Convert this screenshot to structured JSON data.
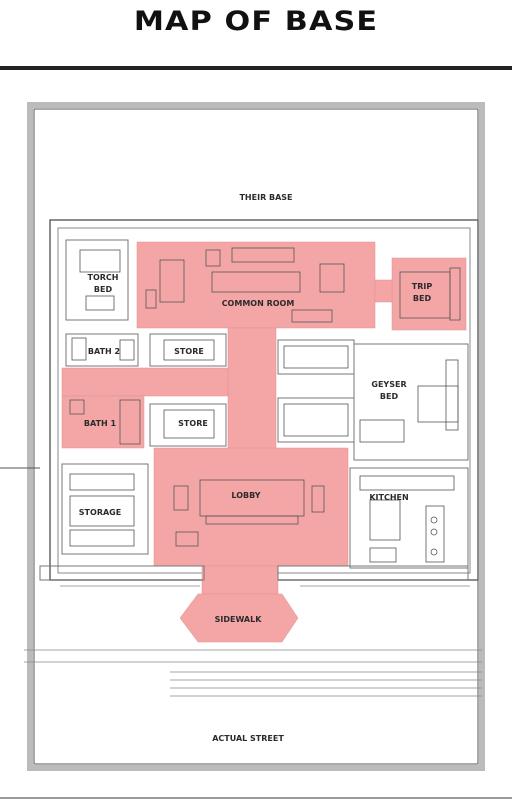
{
  "title": "MAP OF BASE",
  "labels": {
    "their_base": "THEIR BASE",
    "torch_bed_1": "TORCH",
    "torch_bed_2": "BED",
    "trip_bed_1": "TRIP",
    "trip_bed_2": "BED",
    "common_room": "COMMON ROOM",
    "bath_2": "BATH 2",
    "store_1": "STORE",
    "geyser_bed_1": "GEYSER",
    "geyser_bed_2": "BED",
    "bath_1": "BATH 1",
    "store_2": "STORE",
    "lobby": "LOBBY",
    "storage": "STORAGE",
    "kitchen": "KITCHEN",
    "sidewalk": "SIDEWALK",
    "actual_street": "ACTUAL STREET"
  },
  "colors": {
    "highlight": "#f4a6a6",
    "ink": "#2b2b2b",
    "paper": "#ffffff",
    "frame": "#d9d9d9"
  }
}
